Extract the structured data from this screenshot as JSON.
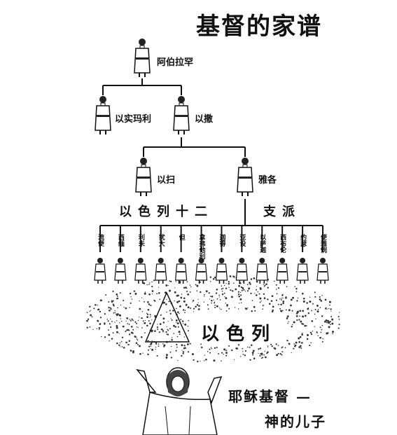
{
  "title": "基督的家谱",
  "people": {
    "abraham": "阿伯拉罕",
    "ishmael": "以实玛利",
    "isaac": "以撒",
    "esau": "以扫",
    "jacob": "雅各"
  },
  "tribes_heading": {
    "left": "以色列十二",
    "right": "支派"
  },
  "tribes": [
    "流便",
    "西缅",
    "利未",
    "犹大",
    "但",
    "拿弗他利",
    "迦得",
    "亚设",
    "以萨迦",
    "西布伦",
    "约瑟",
    "便雅悯"
  ],
  "nation": "以色列",
  "jesus": {
    "line1": "耶稣基督 —",
    "line2": "神的儿子"
  }
}
